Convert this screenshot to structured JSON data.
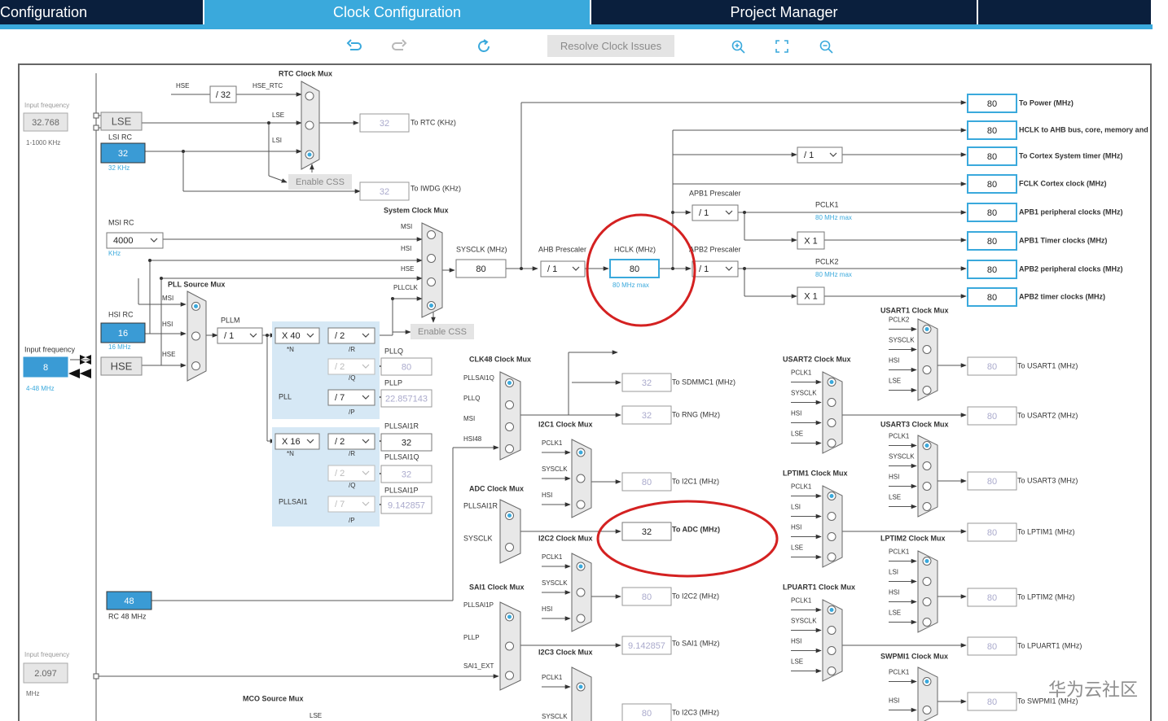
{
  "tabs": [
    {
      "label": "Configuration",
      "active": false
    },
    {
      "label": "Clock Configuration",
      "active": true
    },
    {
      "label": "Project Manager",
      "active": false
    },
    {
      "label": "",
      "active": false
    }
  ],
  "toolbar": {
    "undo_icon": "undo-icon",
    "redo_icon": "redo-icon",
    "reset_icon": "reset-icon",
    "resolve_label": "Resolve Clock Issues",
    "zoom_in_icon": "zoom-in-icon",
    "fit_icon": "fit-screen-icon",
    "zoom_out_icon": "zoom-out-icon"
  },
  "colors": {
    "accent": "#3aa9dc",
    "tab_dark": "#0a1f3d",
    "highlight": "#d42121",
    "field_blue": "#3a9bd5"
  },
  "diagram": {
    "lse_input": {
      "label": "Input frequency",
      "value": "32.768",
      "range": "1-1000 KHz"
    },
    "lse": "LSE",
    "lsi_rc": {
      "label": "LSI RC",
      "value": "32",
      "unit": "32 KHz"
    },
    "rtc_mux": {
      "title": "RTC Clock Mux",
      "hse": "HSE",
      "div": "/ 32",
      "hse_rtc": "HSE_RTC",
      "lse": "LSE",
      "lsi": "LSI"
    },
    "to_rtc": {
      "value": "32",
      "label": "To RTC (KHz)"
    },
    "to_iwdg": {
      "value": "32",
      "label": "To IWDG (KHz)"
    },
    "enable_css1": "Enable CSS",
    "msi_rc": {
      "label": "MSI RC",
      "value": "4000",
      "unit": "KHz"
    },
    "hsi_rc": {
      "label": "HSI RC",
      "value": "16",
      "unit": "16 MHz"
    },
    "hse_input": {
      "label": "Input frequency",
      "value": "8",
      "range": "4-48 MHz"
    },
    "hse": "HSE",
    "pll_src": {
      "title": "PLL Source Mux",
      "msi": "MSI",
      "hsi": "HSI",
      "hse": "HSE"
    },
    "pllm": {
      "label": "PLLM",
      "value": "/ 1"
    },
    "pll": {
      "n": "X 40",
      "n_lbl": "*N",
      "r": "/ 2",
      "r_lbl": "/R",
      "q": "/ 2",
      "q_lbl": "/Q",
      "p": "/ 7",
      "p_lbl": "/P",
      "name": "PLL",
      "pllq": "PLLQ",
      "pllq_val": "80",
      "pllp": "PLLP",
      "pllp_val": "22.857143"
    },
    "pllsai1": {
      "n": "X 16",
      "n_lbl": "*N",
      "r": "/ 2",
      "r_lbl": "/R",
      "q": "/ 2",
      "q_lbl": "/Q",
      "p": "/ 7",
      "p_lbl": "/P",
      "name": "PLLSAI1",
      "r_name": "PLLSAI1R",
      "r_val": "32",
      "q_name": "PLLSAI1Q",
      "q_val": "32",
      "p_name": "PLLSAI1P",
      "p_val": "9.142857"
    },
    "sys_mux": {
      "title": "System Clock Mux",
      "msi": "MSI",
      "hsi": "HSI",
      "hse": "HSE",
      "pllclk": "PLLCLK"
    },
    "enable_css2": "Enable CSS",
    "sysclk": {
      "label": "SYSCLK (MHz)",
      "value": "80"
    },
    "ahb": {
      "label": "AHB Prescaler",
      "value": "/ 1"
    },
    "hclk": {
      "label": "HCLK (MHz)",
      "value": "80",
      "max": "80 MHz max"
    },
    "apb1": {
      "label": "APB1 Prescaler",
      "value": "/ 1",
      "pclk": "PCLK1",
      "max": "80 MHz max",
      "x": "X 1"
    },
    "apb2": {
      "label": "APB2 Prescaler",
      "value": "/ 1",
      "pclk": "PCLK2",
      "max": "80 MHz max",
      "x": "X 1"
    },
    "cortex_div": "/ 1",
    "outputs": [
      {
        "value": "80",
        "label": "To Power (MHz)"
      },
      {
        "value": "80",
        "label": "HCLK to AHB bus, core, memory and DMA (MHz)"
      },
      {
        "value": "80",
        "label": "To Cortex System timer (MHz)"
      },
      {
        "value": "80",
        "label": "FCLK Cortex clock (MHz)"
      },
      {
        "value": "80",
        "label": "APB1 peripheral clocks (MHz)"
      },
      {
        "value": "80",
        "label": "APB1 Timer clocks (MHz)"
      },
      {
        "value": "80",
        "label": "APB2 peripheral clocks (MHz)"
      },
      {
        "value": "80",
        "label": "APB2 timer clocks (MHz)"
      }
    ],
    "clk48": {
      "title": "CLK48 Clock Mux",
      "in": [
        "PLLSAI1Q",
        "PLLQ",
        "MSI",
        "HSI48"
      ]
    },
    "to_sdmmc": {
      "value": "32",
      "label": "To SDMMC1 (MHz)"
    },
    "to_rng": {
      "value": "32",
      "label": "To RNG (MHz)"
    },
    "i2c1": {
      "title": "I2C1 Clock Mux",
      "in": [
        "PCLK1",
        "SYSCLK",
        "HSI"
      ],
      "value": "80",
      "label": "To I2C1 (MHz)"
    },
    "adc": {
      "title": "ADC Clock Mux",
      "in": [
        "PLLSAI1R",
        "SYSCLK"
      ],
      "value": "32",
      "label": "To ADC (MHz)"
    },
    "i2c2": {
      "title": "I2C2 Clock Mux",
      "in": [
        "PCLK1",
        "SYSCLK",
        "HSI"
      ],
      "value": "80",
      "label": "To I2C2 (MHz)"
    },
    "sai1": {
      "title": "SAI1 Clock Mux",
      "in": [
        "PLLSAI1P",
        "PLLP",
        "SAI1_EXT"
      ],
      "value": "9.142857",
      "label": "To SAI1 (MHz)"
    },
    "i2c3": {
      "title": "I2C3 Clock Mux",
      "in": [
        "PCLK1",
        "SYSCLK"
      ],
      "value": "80",
      "label": "To I2C3 (MHz)"
    },
    "rc48": {
      "value": "48",
      "label": "RC 48 MHz"
    },
    "ext_input": {
      "label": "Input frequency",
      "value": "2.097",
      "unit": "MHz"
    },
    "mco": {
      "title": "MCO Source Mux",
      "lse": "LSE"
    },
    "usart1": {
      "title": "USART1 Clock Mux",
      "in": [
        "PCLK2",
        "SYSCLK",
        "HSI",
        "LSE"
      ],
      "value": "80",
      "label": "To USART1 (MHz)"
    },
    "usart2": {
      "title": "USART2 Clock Mux",
      "in": [
        "PCLK1",
        "SYSCLK",
        "HSI",
        "LSE"
      ],
      "value": "80",
      "label": "To USART2 (MHz)"
    },
    "usart3": {
      "title": "USART3 Clock Mux",
      "in": [
        "PCLK1",
        "SYSCLK",
        "HSI",
        "LSE"
      ],
      "value": "80",
      "label": "To USART3 (MHz)"
    },
    "lptim1": {
      "title": "LPTIM1 Clock Mux",
      "in": [
        "PCLK1",
        "LSI",
        "HSI",
        "LSE"
      ],
      "value": "80",
      "label": "To LPTIM1 (MHz)"
    },
    "lptim2": {
      "title": "LPTIM2 Clock Mux",
      "in": [
        "PCLK1",
        "LSI",
        "HSI",
        "LSE"
      ],
      "value": "80",
      "label": "To LPTIM2 (MHz)"
    },
    "lpuart1": {
      "title": "LPUART1 Clock Mux",
      "in": [
        "PCLK1",
        "SYSCLK",
        "HSI",
        "LSE"
      ],
      "value": "80",
      "label": "To LPUART1 (MHz)"
    },
    "swpmi1": {
      "title": "SWPMI1 Clock Mux",
      "in": [
        "PCLK1",
        "HSI"
      ],
      "value": "80",
      "label": "To SWPMI1 (MHz)"
    }
  },
  "watermark": "华为云社区"
}
